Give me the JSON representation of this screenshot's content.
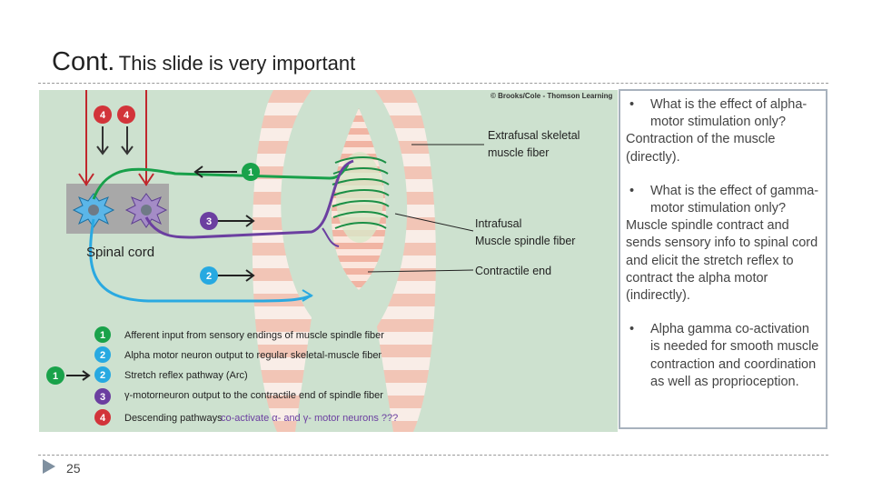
{
  "slide": {
    "title": "Cont.",
    "subtitle": "This slide is very important",
    "page_number": "25"
  },
  "figure": {
    "copyright": "© Brooks/Cole - Thomson Learning",
    "labels": {
      "extrafusal": [
        "Extrafusal skeletal",
        "muscle fiber"
      ],
      "intrafusal": [
        "Intrafusal",
        "Muscle spindle fiber"
      ],
      "contractile": "Contractile end",
      "spinal_cord": "Spinal cord"
    },
    "legend": [
      {
        "num": "1",
        "color": "#19a24a",
        "text": "Afferent input from sensory endings of muscle spindle fiber"
      },
      {
        "num": "2",
        "color": "#27a9e1",
        "text": "Alpha motor neuron output to regular skeletal-muscle fiber"
      },
      {
        "num": "2",
        "color": "#27a9e1",
        "text": "Stretch reflex pathway (Arc)"
      },
      {
        "num": "3",
        "color": "#6b3fa0",
        "text": "γ-motorneuron output to the contractile end of spindle fiber"
      },
      {
        "num": "4",
        "color": "#d2343a",
        "text": "Descending pathways "
      }
    ],
    "legend_extra": {
      "num": "1",
      "color": "#19a24a"
    },
    "legend_purple_suffix": "co-activate α- and γ- motor neurons ???",
    "pathway_markers": {
      "descending_a": "4",
      "descending_b": "4",
      "afferent": "1",
      "gamma": "3",
      "alpha": "2"
    }
  },
  "textbox": {
    "items": [
      {
        "bullet": "•",
        "question": "What is the effect of alpha-motor stimulation only?",
        "answer": "Contraction of the muscle (directly)."
      },
      {
        "bullet": "•",
        "question": "What is the effect of gamma-motor stimulation only?",
        "answer": "Muscle spindle contract and sends sensory info to spinal cord and elicit the stretch reflex to contract the alpha motor (indirectly)."
      },
      {
        "bullet": "•",
        "question": "Alpha gamma co-activation is needed for smooth muscle contraction and coordination as well as proprioception.",
        "answer": ""
      }
    ]
  }
}
